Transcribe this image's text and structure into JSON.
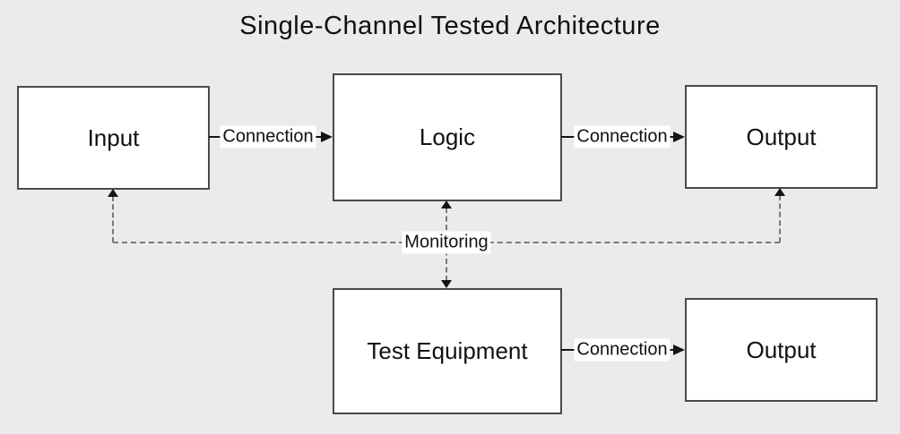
{
  "title": "Single-Channel Tested Architecture",
  "nodes": {
    "input": {
      "label": "Input"
    },
    "logic": {
      "label": "Logic"
    },
    "output_top": {
      "label": "Output"
    },
    "test_equipment": {
      "label": "Test Equipment"
    },
    "output_bottom": {
      "label": "Output"
    }
  },
  "edges": {
    "input_to_logic": {
      "label": "Connection",
      "style": "solid-arrow"
    },
    "logic_to_output": {
      "label": "Connection",
      "style": "solid-arrow"
    },
    "test_equip_to_output": {
      "label": "Connection",
      "style": "solid-arrow"
    },
    "monitoring_bus": {
      "label": "Monitoring",
      "style": "dashed-arrow",
      "connects": [
        "input",
        "logic",
        "test_equipment",
        "output_top"
      ]
    }
  },
  "colors": {
    "bg": "#ebebeb",
    "box_fill": "#ffffff",
    "box_border": "#4a4a4a",
    "line": "#141414",
    "dash": "#7a7a7a",
    "label_bg": "#ffffff",
    "text": "#111111"
  }
}
